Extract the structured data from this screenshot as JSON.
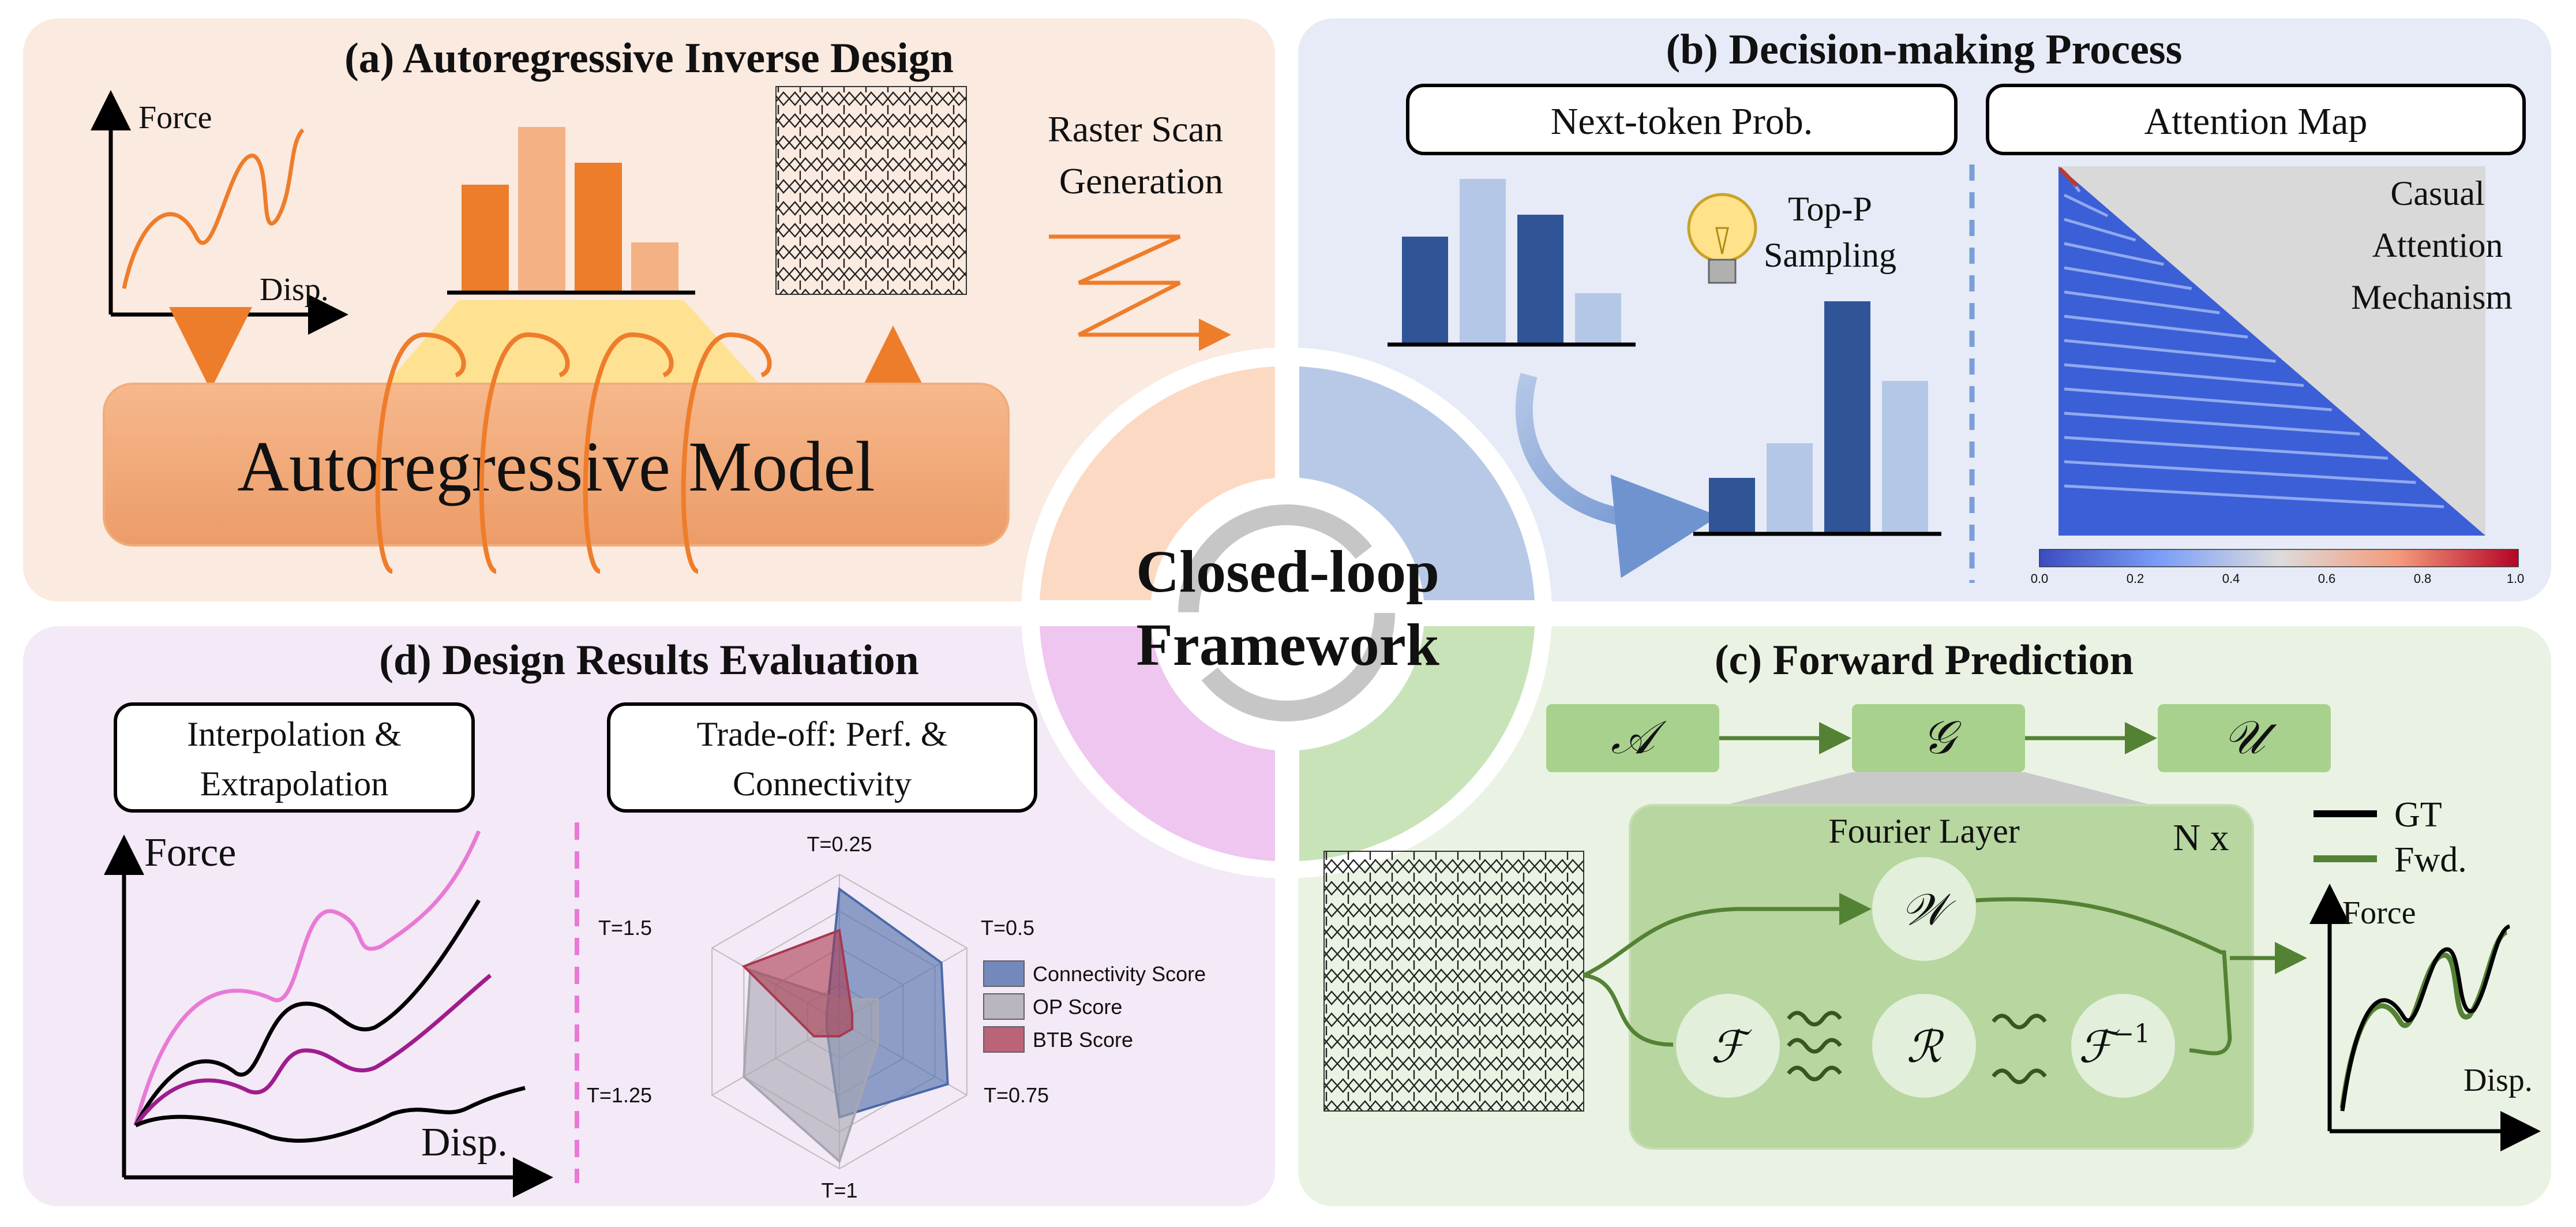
{
  "panel_a": {
    "title": "(a) Autoregressive Inverse Design",
    "force_label": "Force",
    "disp_label": "Disp.",
    "raster_line1": "Raster Scan",
    "raster_line2": "Generation",
    "model_label": "Autoregressive Model"
  },
  "panel_b": {
    "title": "(b) Decision-making Process",
    "next_token_box": "Next-token Prob.",
    "attention_box": "Attention Map",
    "top_p_line1": "Top-P",
    "top_p_line2": "Sampling",
    "casual_line1": "Casual",
    "casual_line2": "Attention",
    "casual_line3": "Mechanism",
    "colorbar_ticks": [
      "0.0",
      "0.2",
      "0.4",
      "0.6",
      "0.8",
      "1.0"
    ]
  },
  "center": {
    "line1": "Closed-loop",
    "line2": "Framework"
  },
  "panel_c": {
    "title": "(c) Forward Prediction",
    "node_a": "𝒜",
    "node_g": "𝒢",
    "node_u": "𝒰",
    "fourier_layer": "Fourier Layer",
    "n_x": "N x",
    "w_op": "𝒲",
    "f_op": "ℱ",
    "r_op": "ℛ",
    "finv_op": "ℱ",
    "finv_sup": "−1",
    "legend_gt": "GT",
    "legend_fwd": "Fwd.",
    "force_label": "Force",
    "disp_label": "Disp."
  },
  "panel_d": {
    "title": "(d) Design Results Evaluation",
    "box1_line1": "Interpolation &",
    "box1_line2": "Extrapolation",
    "box2_line1": "Trade-off: Perf. &",
    "box2_line2": "Connectivity",
    "force_label": "Force",
    "disp_label": "Disp."
  },
  "colors": {
    "panel_a_bg": "#fbeae0",
    "panel_b_bg": "#e6ebf7",
    "panel_c_bg": "#eaf3e3",
    "panel_d_bg": "#f4e9f6",
    "orange": "#ee7d2b",
    "blue_dark": "#2f5597",
    "blue_light": "#b4c7e7",
    "green": "#548235",
    "pink": "#e87ad6"
  },
  "chart_data": {
    "type": "radar",
    "axes": [
      "T=0.25",
      "T=0.5",
      "T=0.75",
      "T=1",
      "T=1.25",
      "T=1.5"
    ],
    "series": [
      {
        "name": "Connectivity Score",
        "color": "#4a6aa8",
        "values": [
          0.9,
          0.8,
          0.85,
          0.65,
          0.1,
          0.1
        ]
      },
      {
        "name": "OP Score",
        "color": "#a6a6b0",
        "values": [
          0.15,
          0.3,
          0.3,
          0.95,
          0.75,
          0.7
        ]
      },
      {
        "name": "BTB Score",
        "color": "#a8384f",
        "values": [
          0.62,
          0.1,
          0.1,
          0.1,
          0.2,
          0.75
        ]
      }
    ]
  }
}
